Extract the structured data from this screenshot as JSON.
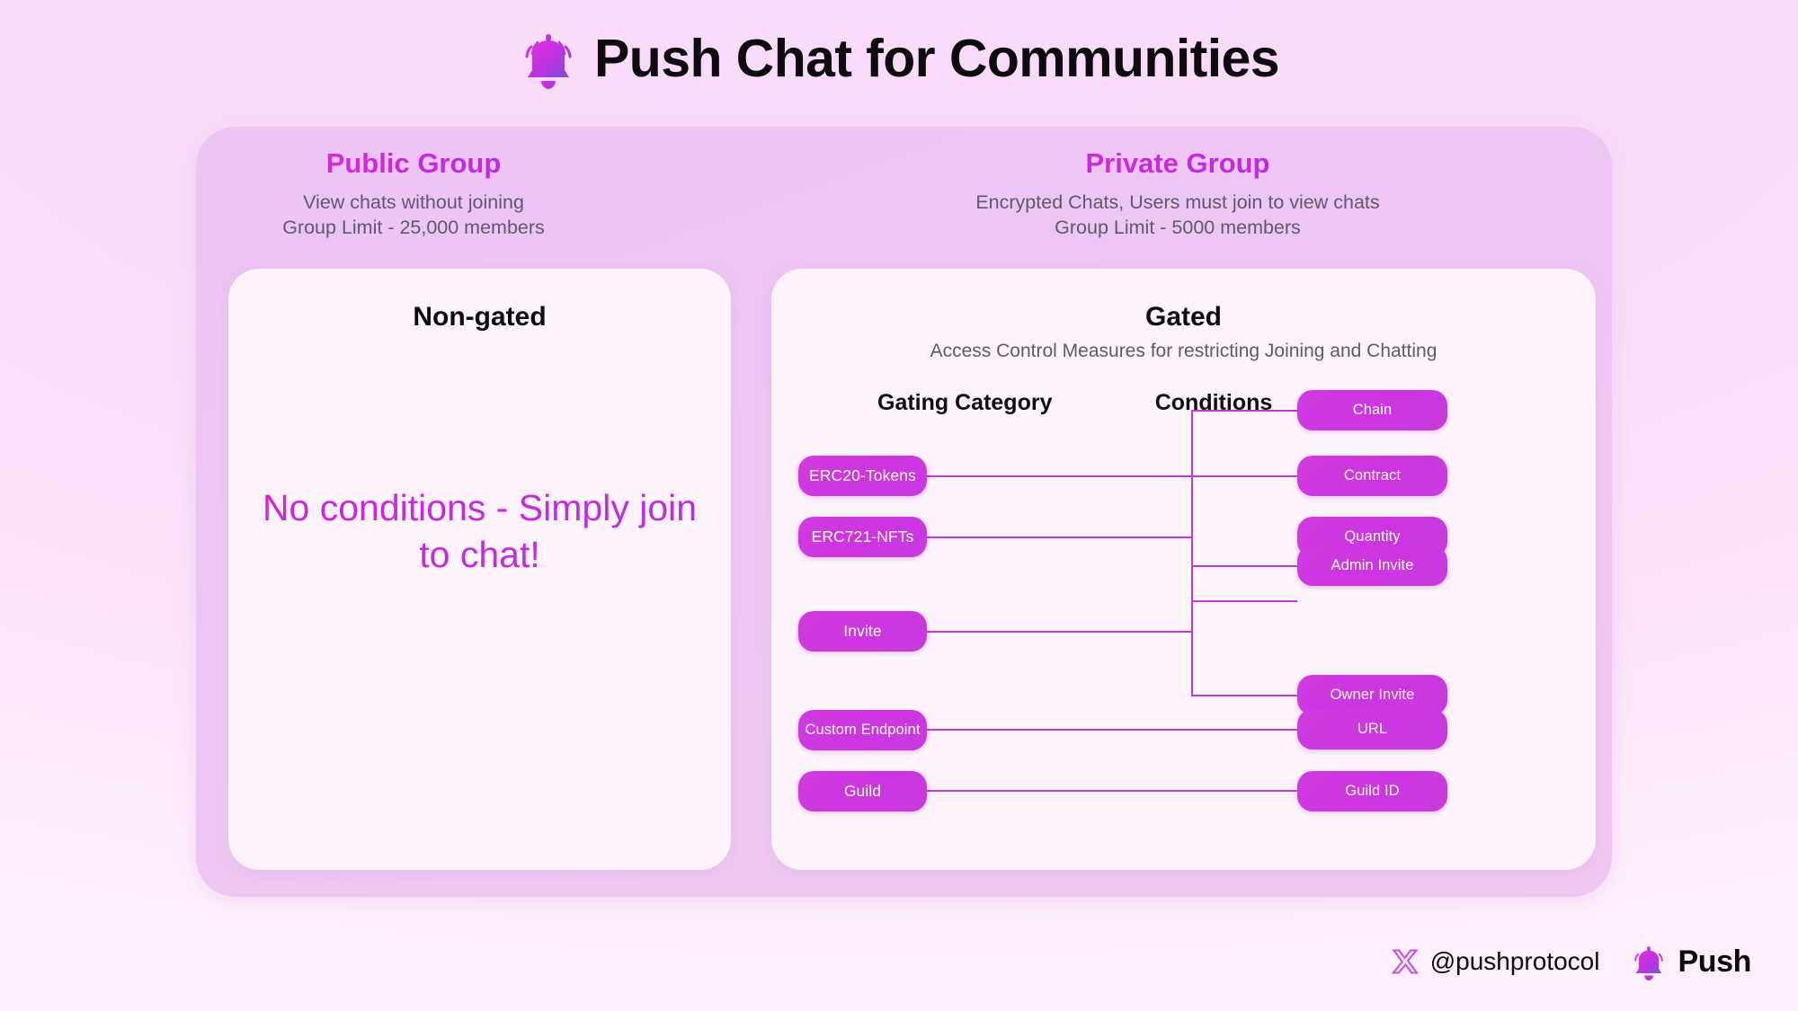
{
  "header": {
    "title": "Push Chat for Communities",
    "bell_icon": "bell-icon"
  },
  "columns": {
    "public": {
      "title": "Public Group",
      "line1": "View chats without joining",
      "line2": "Group Limit - 25,000 members"
    },
    "private": {
      "title": "Private Group",
      "line1": "Encrypted Chats, Users must join to view chats",
      "line2": "Group Limit - 5000 members"
    }
  },
  "cards": {
    "nongated": {
      "title": "Non-gated",
      "body": "No conditions - Simply join to chat!"
    },
    "gated": {
      "title": "Gated",
      "subtitle": "Access Control Measures for restricting Joining and Chatting",
      "col_left_header": "Gating Category",
      "col_right_header": "Conditions"
    }
  },
  "diagram": {
    "categories": [
      {
        "label": "ERC20-Tokens",
        "group": 1
      },
      {
        "label": "ERC721-NFTs",
        "group": 1
      },
      {
        "label": "Invite",
        "group": 2
      },
      {
        "label": "Custom Endpoint",
        "group": 3
      },
      {
        "label": "Guild",
        "group": 4
      }
    ],
    "conditions": [
      {
        "label": "Chain",
        "group": 1
      },
      {
        "label": "Contract",
        "group": 1
      },
      {
        "label": "Quantity",
        "group": 1
      },
      {
        "label": "Admin Invite",
        "group": 2
      },
      {
        "label": "Owner Invite",
        "group": 2
      },
      {
        "label": "URL",
        "group": 3
      },
      {
        "label": "Guild ID",
        "group": 4
      }
    ]
  },
  "footer": {
    "x_icon": "x-logo-icon",
    "handle": "@pushprotocol",
    "brand_icon": "push-bell-icon",
    "brand": "Push"
  },
  "colors": {
    "accent_magenta": "#cc2ae0",
    "pill": "#cc35e0",
    "edge": "#c23ad4",
    "panel": "#eec6f3",
    "card": "#fdf3fd",
    "subtext": "#5d5a6e"
  }
}
